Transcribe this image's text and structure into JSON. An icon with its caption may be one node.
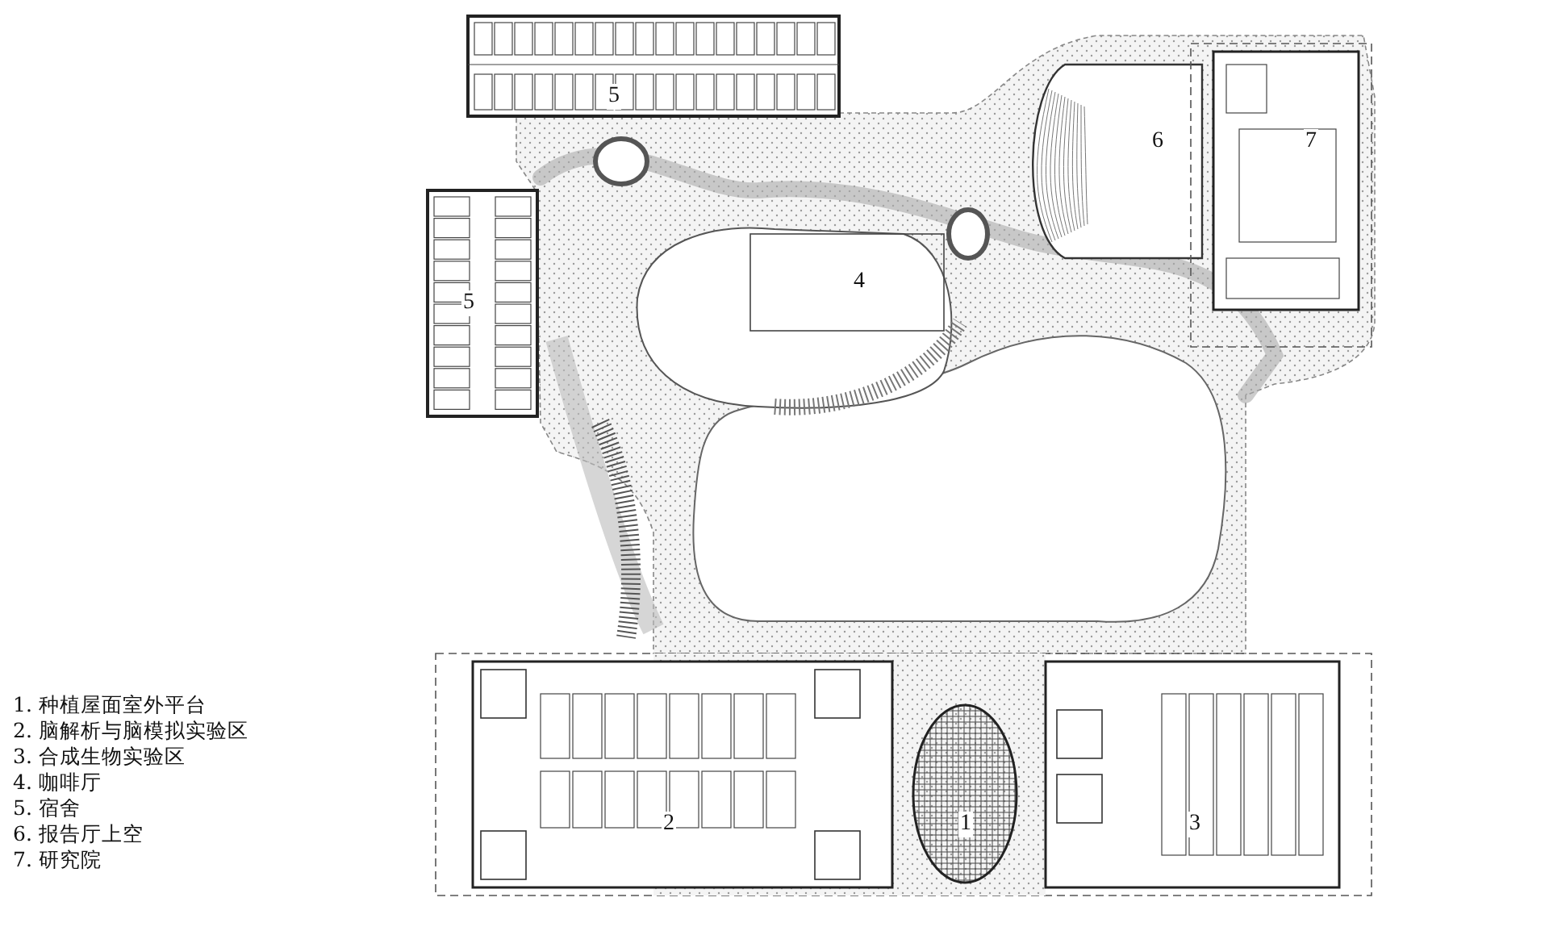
{
  "diagram": {
    "labels": [
      "5",
      "6",
      "7",
      "4",
      "5",
      "1",
      "2",
      "3",
      "1. 种植屋面室外平台",
      "2. 脑解析与脑模拟实验区",
      "3. 合成生物实验区",
      "4. 咖啡厅",
      "5. 宿舍",
      "6. 报告厅上空",
      "7. 研究院"
    ]
  }
}
